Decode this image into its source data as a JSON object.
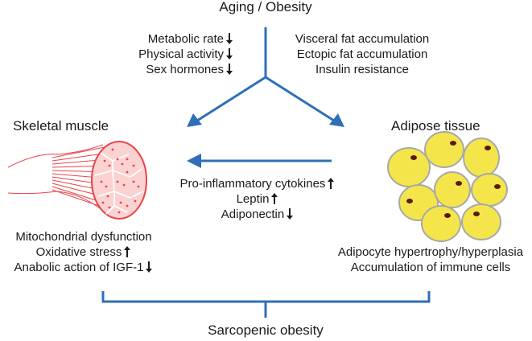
{
  "top": {
    "title": "Aging / Obesity"
  },
  "left_factors": [
    {
      "text": "Metabolic rate",
      "arrow": "down"
    },
    {
      "text": "Physical activity",
      "arrow": "down"
    },
    {
      "text": "Sex hormones",
      "arrow": "down"
    }
  ],
  "right_factors": [
    {
      "text": "Visceral fat accumulation"
    },
    {
      "text": "Ectopic fat accumulation"
    },
    {
      "text": "Insulin resistance"
    }
  ],
  "muscle": {
    "title": "Skeletal muscle",
    "effects": [
      {
        "text": "Mitochondrial dysfunction",
        "arrow": ""
      },
      {
        "text": "Oxidative stress",
        "arrow": "up"
      },
      {
        "text": "Anabolic action of IGF-1",
        "arrow": "down"
      }
    ]
  },
  "adipose": {
    "title": "Adipose tissue",
    "effects": [
      {
        "text": "Adipocyte hypertrophy/hyperplasia"
      },
      {
        "text": "Accumulation of immune cells"
      }
    ]
  },
  "cytokines": [
    {
      "text": "Pro-inflammatory cytokines",
      "arrow": "up"
    },
    {
      "text": "Leptin",
      "arrow": "up"
    },
    {
      "text": "Adiponectin",
      "arrow": "down"
    }
  ],
  "bottom": {
    "title": "Sarcopenic obesity"
  },
  "colors": {
    "arrow_blue": "#2e6fb7",
    "muscle_red": "#e8434a",
    "fat_yellow": "#f4e64a",
    "fat_border": "#a8a8a8",
    "nucleus": "#5a1a10"
  },
  "icons": {
    "up": "bold-up-arrow-icon",
    "down": "bold-down-arrow-icon"
  }
}
